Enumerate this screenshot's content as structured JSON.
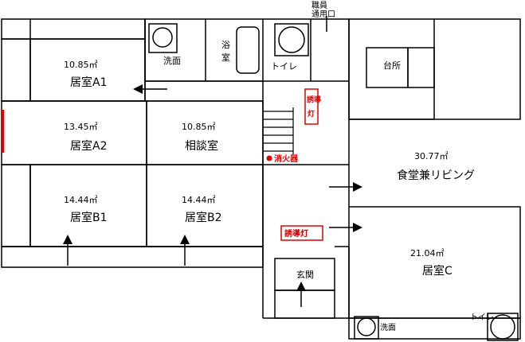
{
  "entrance_note": {
    "line1": "職員",
    "line2": "通用口"
  },
  "rooms": [
    {
      "area": "10.85㎡",
      "name": "居室A1"
    },
    {
      "area": "13.45㎡",
      "name": "居室A2"
    },
    {
      "area": "10.85㎡",
      "name": "相談室"
    },
    {
      "area": "14.44㎡",
      "name": "居室B1"
    },
    {
      "area": "14.44㎡",
      "name": "居室B2"
    },
    {
      "area": "30.77㎡",
      "name": "食堂兼リビング"
    },
    {
      "area": "21.04㎡",
      "name": "居室C"
    }
  ],
  "fixtures": {
    "washbasin_top": "洗面",
    "bath_line1": "浴",
    "bath_line2": "室",
    "toilet_top": "トイレ",
    "kitchen": "台所",
    "genkan": "玄関",
    "washbasin_bottom": "洗面",
    "toilet_bottom": "トイレ"
  },
  "safety": {
    "guide_light_1_line1": "誘導",
    "guide_light_1_line2": "灯",
    "extinguisher": "消火器",
    "guide_light_2": "誘導灯"
  },
  "colors": {
    "walls": "#000000",
    "safety": "#e00000",
    "background": "#ffffff"
  }
}
